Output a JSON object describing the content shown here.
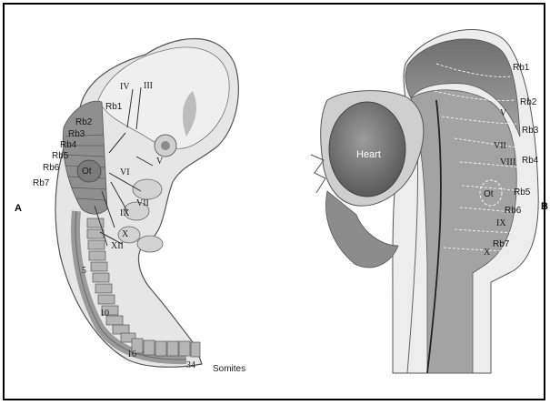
{
  "panels": {
    "a": {
      "letter": "A",
      "rhombomeres": [
        "Rb1",
        "Rb2",
        "Rb3",
        "Rb4",
        "Rb5",
        "Rb6",
        "Rb7"
      ],
      "nerves": [
        "III",
        "IV",
        "V",
        "VI",
        "VII",
        "IX",
        "X",
        "XII"
      ],
      "otic": "Ot",
      "somite_numbers": [
        "5",
        "10",
        "16",
        "34"
      ],
      "somites_label": "Somites"
    },
    "b": {
      "letter": "B",
      "heart": "Heart",
      "rhombomeres": [
        "Rb1",
        "Rb2",
        "Rb3",
        "Rb4",
        "Rb5",
        "Rb6",
        "Rb7"
      ],
      "nerves": [
        "V",
        "VII",
        "VIII",
        "IX",
        "X"
      ],
      "otic": "Ot"
    }
  },
  "colors": {
    "tissue_light": "#dcdcdc",
    "tissue_mid": "#a9a9a9",
    "tissue_dark": "#6e6e6e",
    "heart": "#7a7a7a"
  }
}
